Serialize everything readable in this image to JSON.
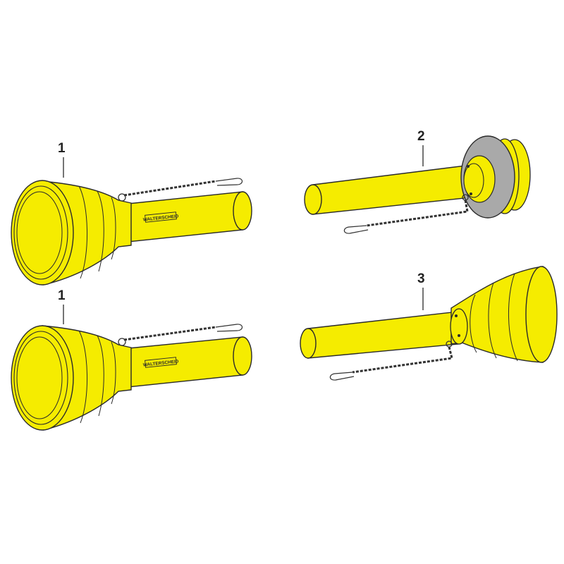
{
  "callouts": [
    {
      "label": "1"
    },
    {
      "label": "1"
    },
    {
      "label": "2"
    },
    {
      "label": "3"
    }
  ],
  "parts": [
    {
      "callout": "1",
      "kind": "guard-cone-with-tube",
      "facing": "left",
      "color": "#f5ec00"
    },
    {
      "callout": "1",
      "kind": "guard-cone-with-tube",
      "facing": "left",
      "color": "#f5ec00"
    },
    {
      "callout": "2",
      "kind": "guard-tube-with-grey-ring",
      "facing": "right",
      "color": "#f5ec00"
    },
    {
      "callout": "3",
      "kind": "guard-cone-with-tube",
      "facing": "right",
      "color": "#f5ec00"
    }
  ],
  "tube_marking": {
    "text": "WALTERSCHEID"
  },
  "colors": {
    "guard_yellow": "#f5ec00",
    "outline": "#2a2a2a",
    "ring_grey": "#a9a9a9",
    "chain": "#333333"
  }
}
